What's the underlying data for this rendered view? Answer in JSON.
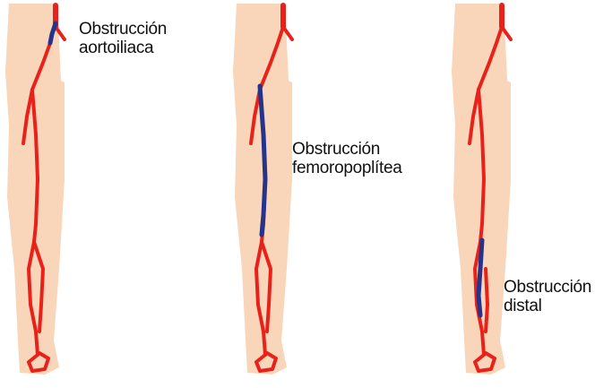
{
  "colors": {
    "skin": "#f9d5b9",
    "artery": "#e8211b",
    "occlusion": "#26338a",
    "text": "#111111"
  },
  "panels": [
    {
      "label_lines": [
        "Obstrucción",
        "aortoiliaca"
      ]
    },
    {
      "label_lines": [
        "Obstrucción",
        "femoropoplítea"
      ]
    },
    {
      "label_lines": [
        "Obstrucción",
        "distal"
      ]
    }
  ]
}
